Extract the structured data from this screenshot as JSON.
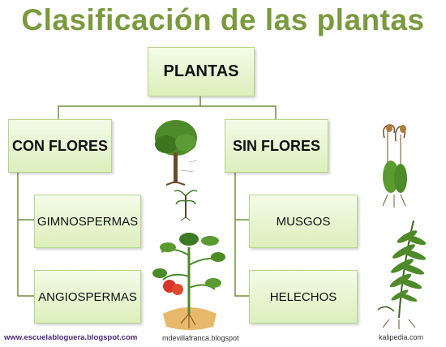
{
  "title": "Clasificación de las plantas",
  "root": "PLANTAS",
  "left": {
    "label": "CON FLORES",
    "children": [
      "GIMNOSPERMAS",
      "ANGIOSPERMAS"
    ]
  },
  "right": {
    "label": "SIN FLORES",
    "children": [
      "MUSGOS",
      "HELECHOS"
    ]
  },
  "credits": {
    "site": "www.escuelabloguera.blogspot.com",
    "center": "mdevillafranca.blogspot",
    "right": "kalipedia.com"
  },
  "colors": {
    "title": "#7a9a3e",
    "box_fill": "#dcefbc",
    "box_border": "#b7d58c",
    "connector": "#6f8f3c"
  },
  "icons": [
    "pine-tree-icon",
    "seedling-icon",
    "tomato-plant-icon",
    "moss-icon",
    "fern-icon"
  ]
}
